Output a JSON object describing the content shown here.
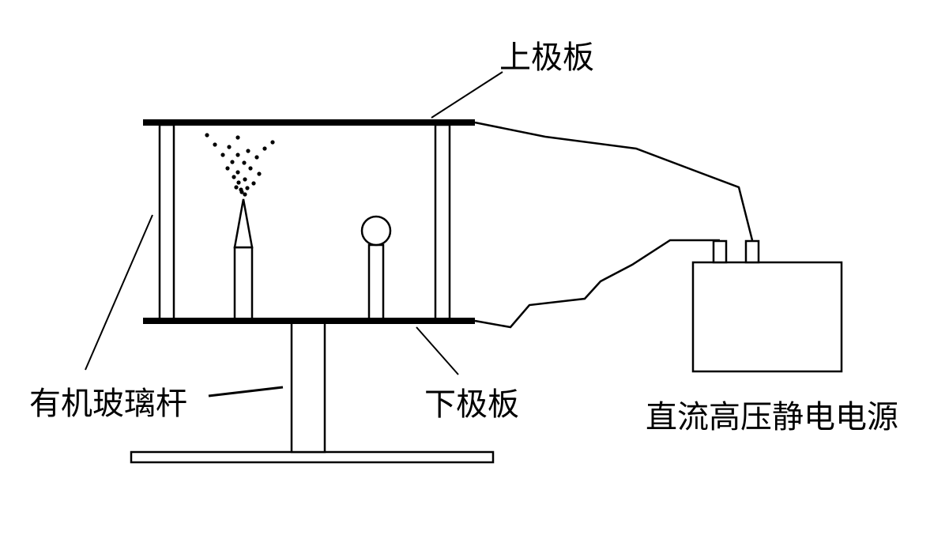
{
  "labels": {
    "upper_plate": "上极板",
    "lower_plate": "下极板",
    "glass_rod": "有机玻璃杆",
    "power_supply": "直流高压静电电源"
  }
}
